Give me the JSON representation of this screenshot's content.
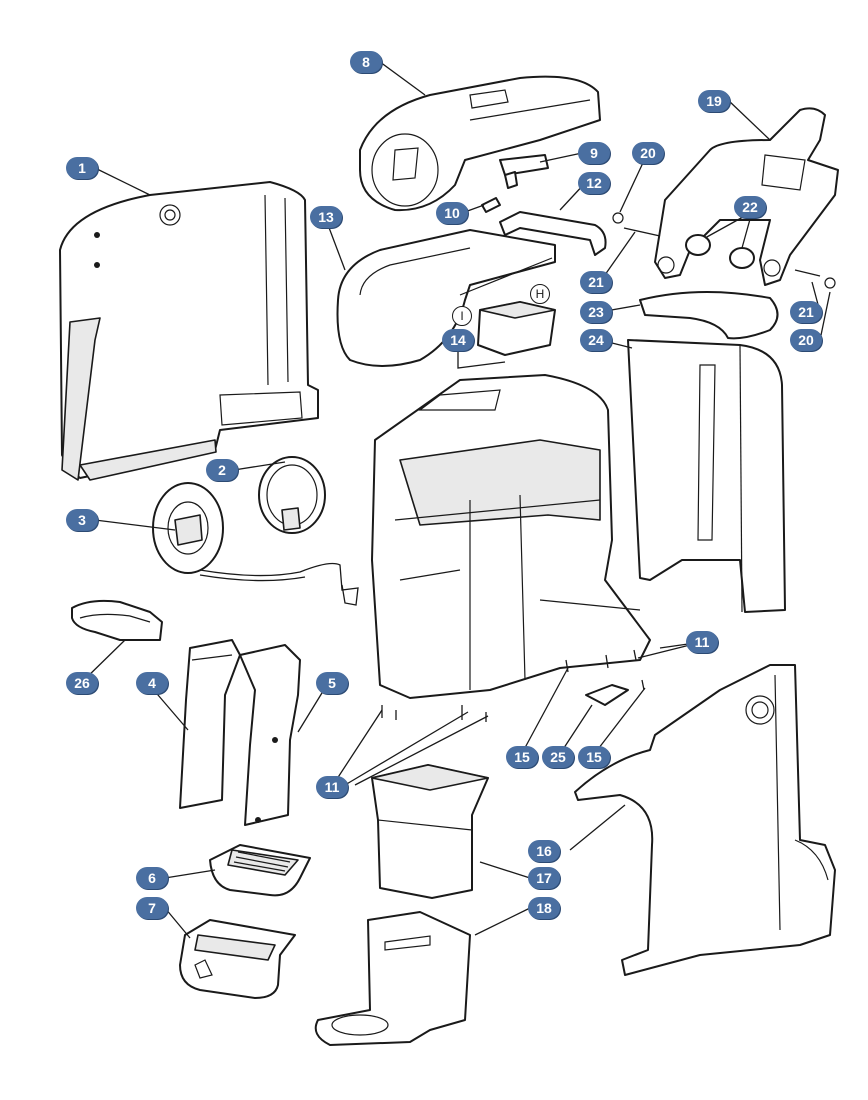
{
  "callouts": {
    "c1": "1",
    "c2": "2",
    "c3": "3",
    "c4": "4",
    "c5": "5",
    "c6": "6",
    "c7": "7",
    "c8": "8",
    "c9": "9",
    "c10": "10",
    "c11a": "11",
    "c11b": "11",
    "c12": "12",
    "c13": "13",
    "c14": "14",
    "c15a": "15",
    "c15b": "15",
    "c16": "16",
    "c17": "17",
    "c18": "18",
    "c19": "19",
    "c20a": "20",
    "c20b": "20",
    "c21a": "21",
    "c21b": "21",
    "c22": "22",
    "c23": "23",
    "c24": "24",
    "c25": "25",
    "c26": "26"
  },
  "markers": {
    "h": "H",
    "i": "I"
  },
  "colors": {
    "callout_fill": "#4a6fa1",
    "line": "#1a1a1a",
    "shade": "#e9e9e9"
  }
}
